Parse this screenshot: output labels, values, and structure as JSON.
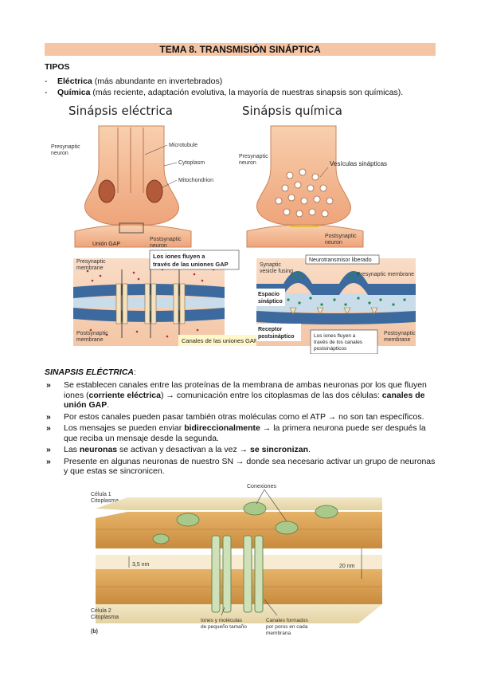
{
  "title": "TEMA 8. TRANSMISIÓN SINÁPTICA",
  "tipos": {
    "heading": "TIPOS",
    "items": [
      {
        "dash": "-",
        "bold": "Eléctrica",
        "rest": " (más abundante en invertebrados)"
      },
      {
        "dash": "-",
        "bold": "Química",
        "rest": " (más reciente, adaptación evolutiva, la mayoría de nuestras sinapsis son químicas)."
      }
    ]
  },
  "figure1": {
    "electrical": {
      "title": "Sinápsis eléctrica",
      "microtubule": "Microtubule",
      "presynaptic_neuron": [
        "Presynaptic",
        "neuron"
      ],
      "cytoplasm": "Cytoplasm",
      "mitochondrion": "Mitochondrion",
      "union_gap": "Unión GAP",
      "postsynaptic_neuron": [
        "Postsynaptic",
        "neuron"
      ],
      "ions_flow": [
        "Los iones fluyen a",
        "través de las uniones GAP"
      ],
      "presynaptic_membrane": [
        "Presynaptic",
        "membrane"
      ],
      "postsynaptic_membrane": [
        "Postsynaptic",
        "membrane"
      ],
      "gap_channels": "Canales de las uniones GAP"
    },
    "chemical": {
      "title": "Sinápsis química",
      "presynaptic_neuron": [
        "Presynaptic",
        "neuron"
      ],
      "vesicles": "Vesículas sinápticas",
      "postsynaptic_neuron": [
        "Postsynaptic",
        "neuron"
      ],
      "vesicle_fusing": [
        "Synaptic",
        "vesicle fusing"
      ],
      "neurotransmitter": "Neurotransmisor liberado",
      "presynaptic_membrane": "Presynaptic membrane",
      "cleft": [
        "Espacio",
        "sináptico"
      ],
      "receptor": [
        "Receptor",
        "postsináptico"
      ],
      "ions_flow": [
        "Los iones fluyen a",
        "través de los canales",
        "postsinápticos"
      ],
      "postsynaptic_membrane": [
        "Postsynaptic",
        "membrane"
      ]
    }
  },
  "sinapsis_electrica": {
    "heading": "SINAPSIS ELÉCTRICA",
    "colon": ":",
    "bullets": [
      {
        "l1_a": "Se establecen canales entre las proteínas de la membrana de ambas neuronas por los que fluyen",
        "l2_a": "iones (",
        "l2_b": "corriente eléctrica",
        "l2_c": ") → comunicación entre los citoplasmas de las dos células: ",
        "l2_d": "canales de",
        "l3_d": "unión GAP",
        "l3_e": "."
      },
      {
        "text": "Por estos canales pueden pasar también otras moléculas como el ATP → no son tan específicos."
      },
      {
        "a": "Los mensajes se pueden enviar ",
        "b": "bidireccionalmente",
        "c": " → la primera neurona puede ser después la",
        "d": "que reciba un mensaje desde la segunda."
      },
      {
        "a": "Las ",
        "b": "neuronas",
        "c": " se activan y desactivan a la vez → ",
        "d": "se sincronizan",
        "e": "."
      },
      {
        "a": "Presente en algunas neuronas de nuestro SN → donde sea necesario activar un grupo de neuronas",
        "b": "y que estas se sincronicen."
      }
    ]
  },
  "figure2": {
    "conexiones": "Conexiones",
    "cell1": [
      "Célula 1",
      "Citoplasma"
    ],
    "cell2": [
      "Célula 2",
      "Citoplasma"
    ],
    "nm35": "3,5 nm",
    "nm20": "20 nm",
    "ions_molecules": [
      "Iones y moléculas",
      "de pequeño tamaño"
    ],
    "channels": [
      "Canales formados",
      "por poros en cada",
      "membrana"
    ],
    "panel": "(b)"
  },
  "colors": {
    "title_bg": "#f6c5a4",
    "neuron": "#f4b48a",
    "membrane": "#3d6a9e",
    "cleft": "#c9dce9"
  }
}
